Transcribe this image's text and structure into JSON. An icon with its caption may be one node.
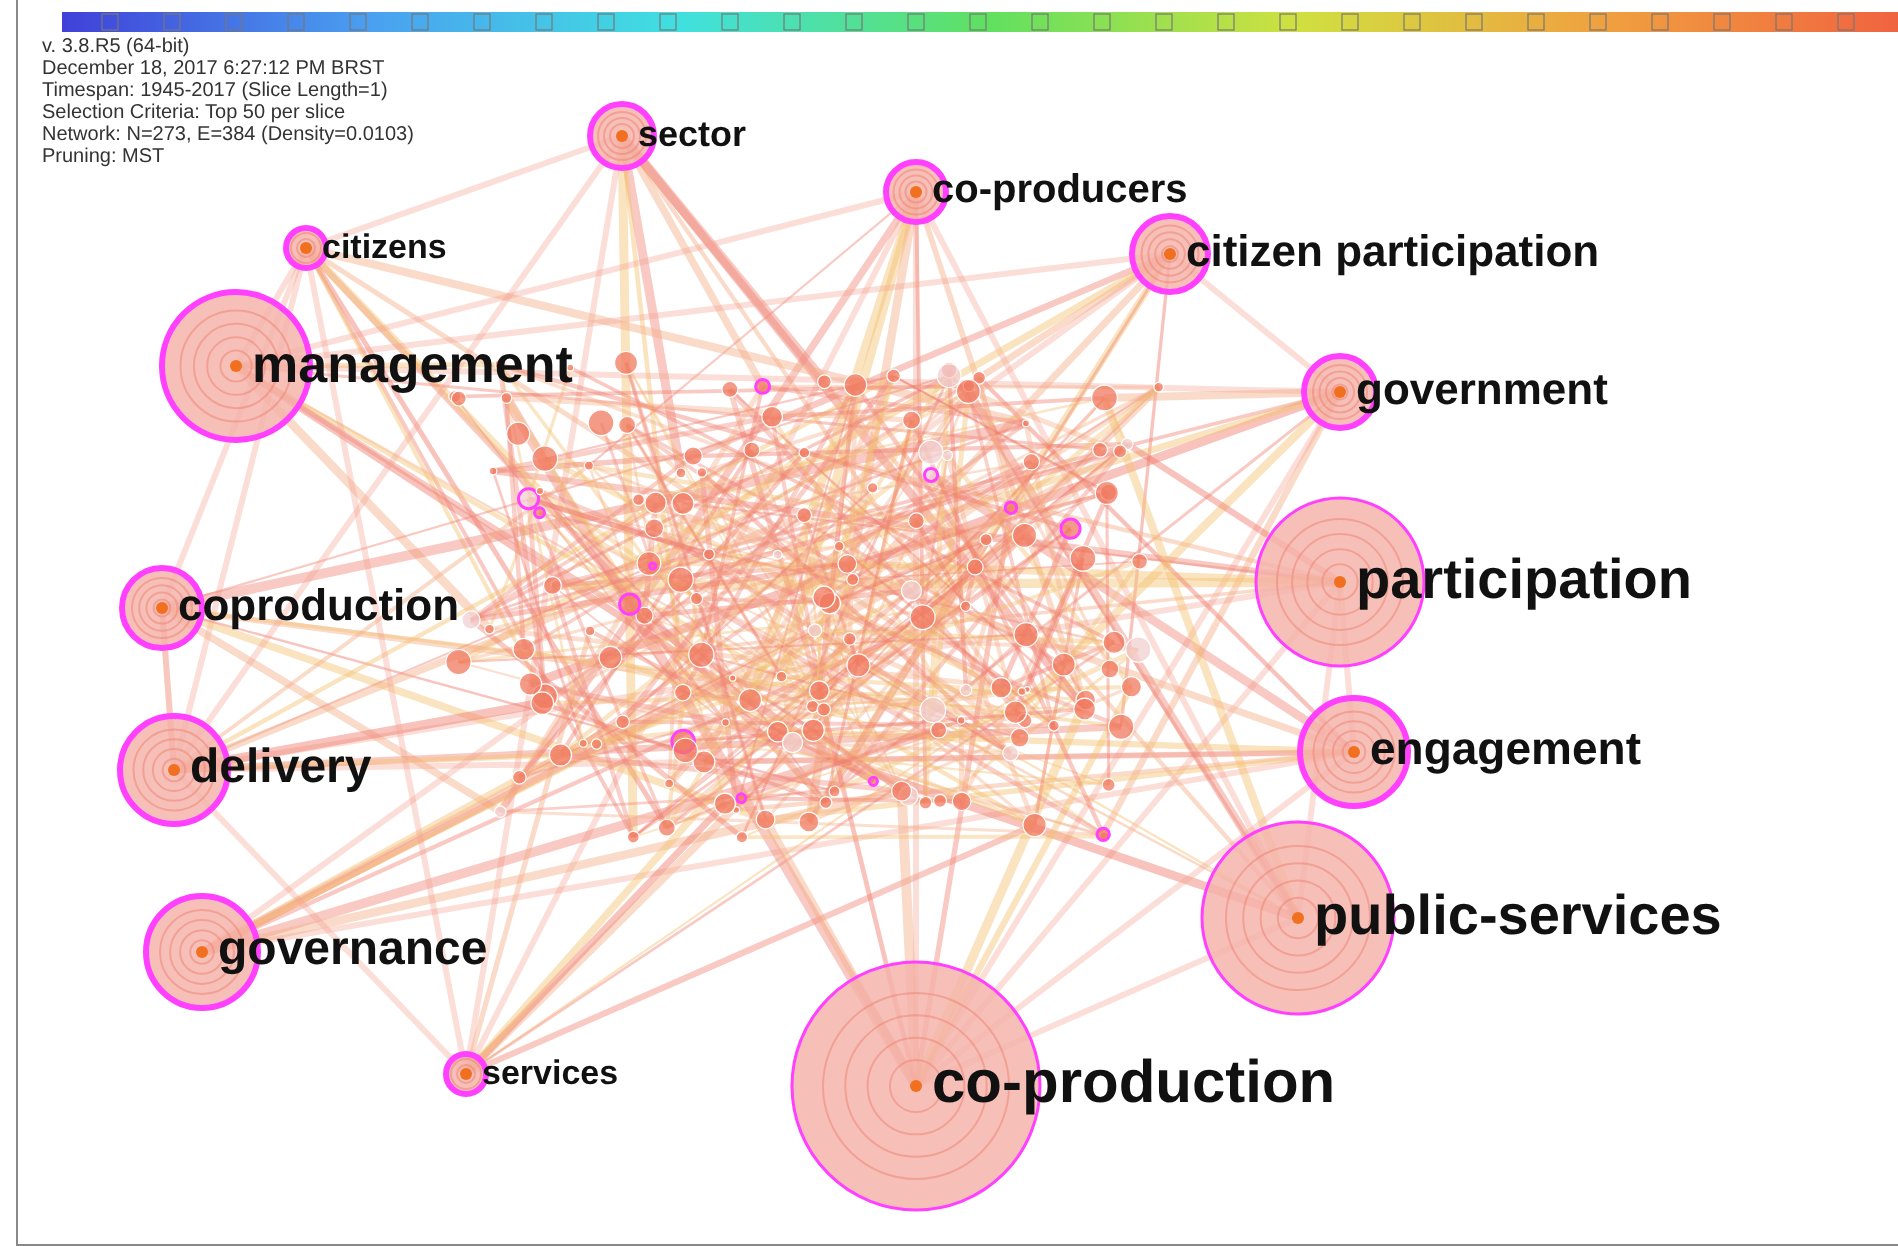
{
  "diagram": {
    "nodes": [
      {
        "text": [
          "sector"
        ]
      },
      {
        "text": [
          "co-producers"
        ]
      },
      {
        "text": [
          "citizens"
        ]
      },
      {
        "text": [
          "citizen participation"
        ]
      },
      {
        "text": [
          "management"
        ]
      },
      {
        "text": [
          "government"
        ]
      },
      {
        "text": [
          "participation"
        ]
      },
      {
        "text": [
          "coproduction"
        ]
      },
      {
        "text": [
          "delivery"
        ]
      },
      {
        "text": [
          "engagement"
        ]
      },
      {
        "text": [
          "governance"
        ]
      },
      {
        "text": [
          "public-services"
        ]
      },
      {
        "text": [
          "services"
        ]
      },
      {
        "text": [
          "co-production"
        ]
      }
    ],
    "labels": [
      "v. 3.8.R5 (64-bit)",
      "December 18, 2017 6:27:12 PM BRST",
      "Timespan: 1945-2017 (Slice Length=1)",
      "Selection Criteria: Top 50 per slice",
      "Network: N=273, E=384 (Density=0.0103)",
      "Pruning: MST"
    ]
  }
}
